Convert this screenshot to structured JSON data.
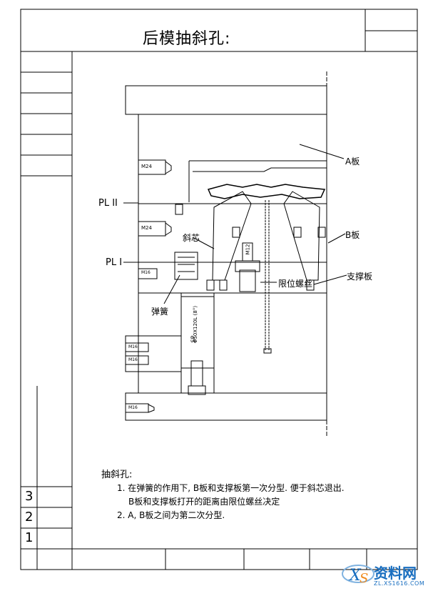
{
  "title": "后模抽斜孔:",
  "revision_numbers": [
    "3",
    "2",
    "1"
  ],
  "drawing": {
    "plate_a": "A板",
    "plate_b": "B板",
    "support_plate": "支撑板",
    "pl2": "PL II",
    "pl1": "PL I",
    "angled_core": "斜芯",
    "spring": "弹簧",
    "limit_screw": "限位螺丝",
    "bolt_m24_a": "M24",
    "bolt_m24_b": "M24",
    "bolt_m12": "M12",
    "bolt_m16_a": "M16",
    "bolt_m16_b": "M16",
    "bolt_m16_c": "M16",
    "bolt_m16_d": "M16",
    "sp": "SP",
    "sp_spec": "Φ50X120L (8°)"
  },
  "notes": {
    "heading": "抽斜孔:",
    "item1": "1.  在弹簧的作用下, B板和支撑板第一次分型. 便于斜芯退出.",
    "item1_cont": "B板和支撑板打开的距离由限位螺丝决定",
    "item2": "2.  A, B板之间为第二次分型."
  },
  "watermark": {
    "main": "资料网",
    "sub": "ZL.XS1616.COM"
  }
}
